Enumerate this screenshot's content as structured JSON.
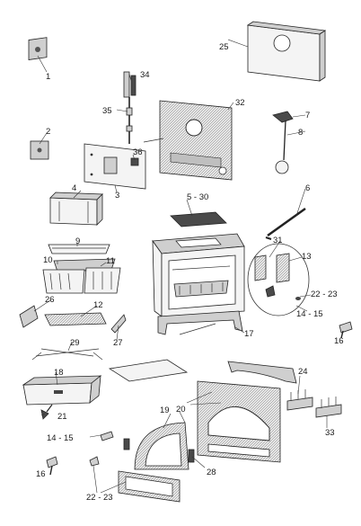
{
  "labels": {
    "p1": "1",
    "p2": "2",
    "p3": "3",
    "p4": "4",
    "p5_30": "5 - 30",
    "p6": "6",
    "p7": "7",
    "p8": "8",
    "p9": "9",
    "p10": "10",
    "p11": "11",
    "p12": "12",
    "p13": "13",
    "p14_15a": "14 - 15",
    "p14_15b": "14 - 15",
    "p16a": "16",
    "p16b": "16",
    "p17": "17",
    "p18": "18",
    "p19": "19",
    "p20": "20",
    "p21": "21",
    "p22_23a": "22 - 23",
    "p22_23b": "22 - 23",
    "p24": "24",
    "p25": "25",
    "p26": "26",
    "p27": "27",
    "p28": "28",
    "p29": "29",
    "p31": "31",
    "p32": "32",
    "p33": "33",
    "p34": "34",
    "p35": "35",
    "p36": "36"
  }
}
